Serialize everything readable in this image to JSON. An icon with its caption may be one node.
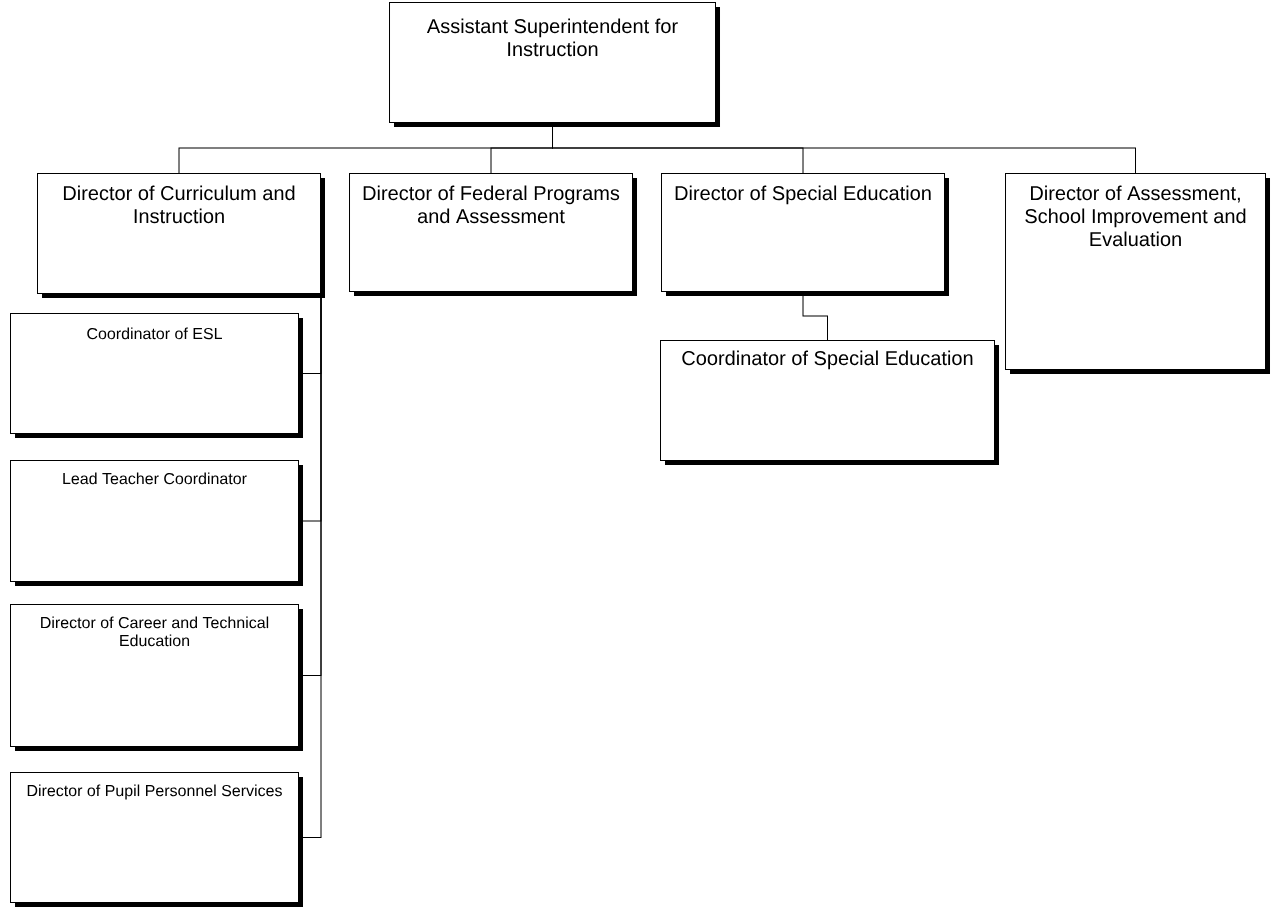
{
  "diagram": {
    "nodes": [
      {
        "text": [
          "Assistant Superintendent for Instruction"
        ]
      },
      {
        "text": [
          "Director of Curriculum and Instruction"
        ]
      },
      {
        "text": [
          "Director of Federal Programs and Assessment"
        ]
      },
      {
        "text": [
          "Director of Special Education"
        ]
      },
      {
        "text": [
          "Director of Assessment, School Improvement and Evaluation"
        ]
      },
      {
        "text": [
          "Coordinator of ESL"
        ]
      },
      {
        "text": [
          "Lead Teacher Coordinator"
        ]
      },
      {
        "text": [
          "Director of Career and Technical Education"
        ]
      },
      {
        "text": [
          "Director of Pupil Personnel Services"
        ]
      },
      {
        "text": [
          "Coordinator of Special Education"
        ]
      }
    ],
    "edges": [
      {
        "from": 0,
        "to": 1,
        "arrow": "none"
      },
      {
        "from": 0,
        "to": 2,
        "arrow": "none"
      },
      {
        "from": 0,
        "to": 3,
        "arrow": "none"
      },
      {
        "from": 0,
        "to": 4,
        "arrow": "none"
      },
      {
        "from": 1,
        "to": 5,
        "arrow": "none"
      },
      {
        "from": 1,
        "to": 6,
        "arrow": "none"
      },
      {
        "from": 1,
        "to": 7,
        "arrow": "none"
      },
      {
        "from": 1,
        "to": 8,
        "arrow": "none"
      },
      {
        "from": 3,
        "to": 9,
        "arrow": "none"
      }
    ]
  }
}
